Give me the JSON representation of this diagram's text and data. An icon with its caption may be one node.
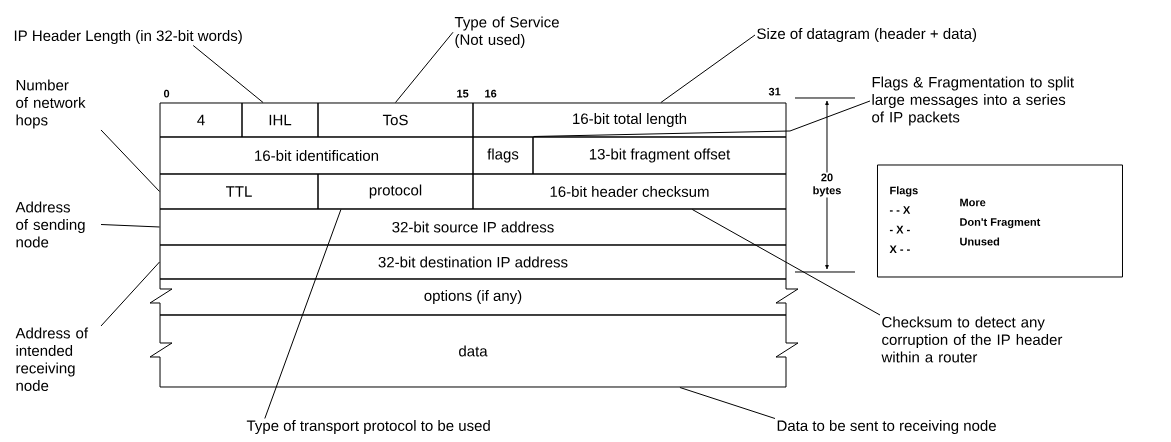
{
  "diagram": {
    "nodes": [
      {
        "text": [
          "IP Header Length (in 32-bit words)"
        ]
      },
      {
        "text": [
          "Type of Service (Not used)"
        ]
      },
      {
        "text": [
          "Size of datagram (header + data)"
        ]
      },
      {
        "text": [
          "Number of network hops"
        ]
      },
      {
        "text": [
          "4"
        ]
      },
      {
        "text": [
          "IHL"
        ]
      },
      {
        "text": [
          "ToS"
        ]
      },
      {
        "text": [
          "16-bit total length"
        ]
      },
      {
        "text": [
          "Flags & Fragmentation to split large messages into a series of IP packets"
        ]
      },
      {
        "text": [
          "16-bit identification"
        ]
      },
      {
        "text": [
          "flags"
        ]
      },
      {
        "text": [
          "13-bit fragment offset"
        ]
      },
      {
        "text": [
          "TTL"
        ]
      },
      {
        "text": [
          "protocol"
        ]
      },
      {
        "text": [
          "16-bit header checksum"
        ]
      },
      {
        "text": [
          "Address of sending node"
        ]
      },
      {
        "text": [
          "32-bit source IP address"
        ]
      },
      {
        "text": [
          "32-bit destination IP address"
        ]
      },
      {
        "text": [
          "options (if any)"
        ]
      },
      {
        "text": [
          "Address of intended receiving node"
        ]
      },
      {
        "text": [
          "data"
        ]
      },
      {
        "text": [
          "Checksum to detect any corruption of the IP header within a router"
        ]
      },
      {
        "text": [
          "Type of transport protocol to be used"
        ]
      },
      {
        "text": [
          "Data to be sent to receiving node"
        ]
      },
      {
        "text": [
          "Flags",
          "- - X",
          "More",
          "- X -",
          "Don't Fragment",
          "X - -",
          "Unused"
        ]
      }
    ],
    "edges": [
      {
        "from": 0,
        "to": 5,
        "arrow": "none"
      },
      {
        "from": 1,
        "to": 6,
        "arrow": "none"
      },
      {
        "from": 2,
        "to": 7,
        "arrow": "none"
      },
      {
        "from": 8,
        "to": 10,
        "arrow": "none"
      },
      {
        "from": 3,
        "to": 12,
        "arrow": "none"
      },
      {
        "from": 22,
        "to": 13,
        "arrow": "none"
      },
      {
        "from": 15,
        "to": 16,
        "arrow": "none"
      },
      {
        "from": 19,
        "to": 17,
        "arrow": "none"
      },
      {
        "from": 21,
        "to": 14,
        "arrow": "none"
      },
      {
        "from": 23,
        "to": 20,
        "arrow": "none"
      }
    ],
    "labels": [
      "0",
      "15",
      "16",
      "31",
      "20 bytes"
    ]
  }
}
